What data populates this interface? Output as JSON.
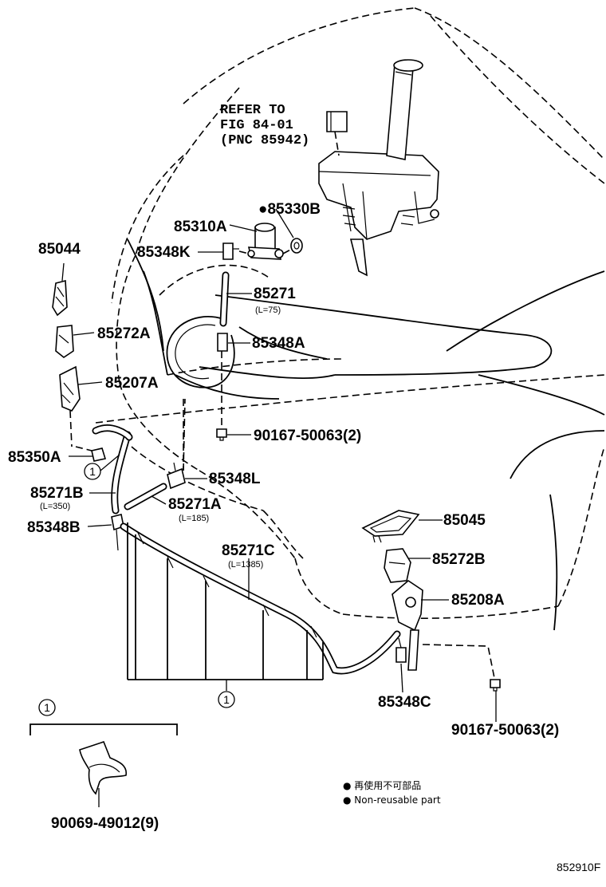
{
  "diagram": {
    "refer_note": [
      "REFER TO",
      "FIG 84-01",
      "(PNC 85942)"
    ],
    "parts": {
      "p85044": "85044",
      "p85310A": "85310A",
      "p85330B": "●85330B",
      "p85348K": "85348K",
      "p85271": "85271",
      "p85271_len": "(L=75)",
      "p85272A": "85272A",
      "p85348A": "85348A",
      "p85207A": "85207A",
      "p90167_top": "90167-50063(2)",
      "p85350A": "85350A",
      "p85348L": "85348L",
      "p85271B": "85271B",
      "p85271B_len": "(L=350)",
      "p85271A": "85271A",
      "p85271A_len": "(L=185)",
      "p85348B": "85348B",
      "p85271C": "85271C",
      "p85271C_len": "(L=1385)",
      "p85045": "85045",
      "p85272B": "85272B",
      "p85208A": "85208A",
      "p85348C": "85348C",
      "p90167_bottom": "90167-50063(2)",
      "p90069": "90069-49012(9)"
    },
    "callouts": [
      "1",
      "1",
      "1"
    ],
    "legend": {
      "line1": "● 再使用不可部品",
      "line2": "● Non-reusable part"
    },
    "figure_id": "852910F"
  }
}
